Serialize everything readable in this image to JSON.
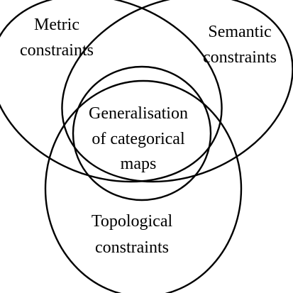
{
  "regions": {
    "metric": {
      "line1": "Metric",
      "line2": "constraints"
    },
    "semantic": {
      "line1": "Semantic",
      "line2": "constraints"
    },
    "topological": {
      "line1": "Topological",
      "line2": "constraints"
    },
    "generalisation": {
      "line1": "Generalisation",
      "line2": "of categorical",
      "line3": "maps"
    }
  }
}
